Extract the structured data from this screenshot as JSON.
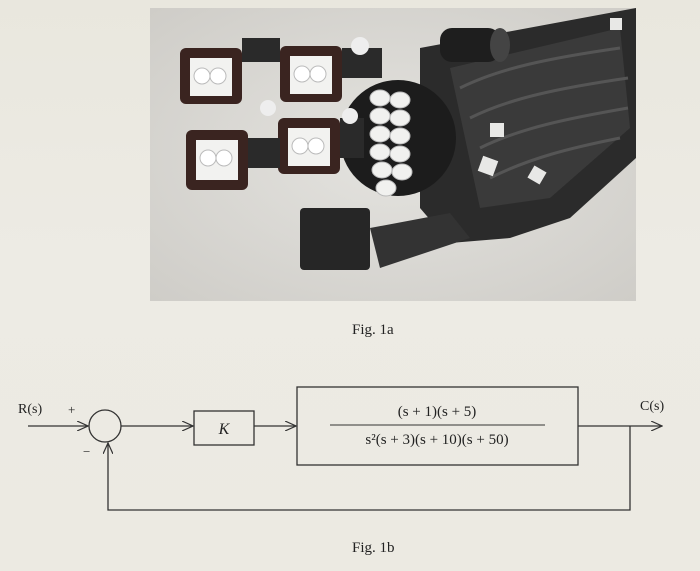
{
  "fig1a_caption": "Fig. 1a",
  "fig1b_caption": "Fig. 1b",
  "block_diagram": {
    "input_label": "R(s)",
    "output_label": "C(s)",
    "plus_sign": "+",
    "minus_sign": "−",
    "gain_label": "K",
    "tf_numerator": "(s + 1)(s + 5)",
    "tf_denominator": "s²(s + 3)(s + 10)(s + 50)"
  },
  "colors": {
    "background": "#ebe9e1",
    "line": "#333333"
  }
}
